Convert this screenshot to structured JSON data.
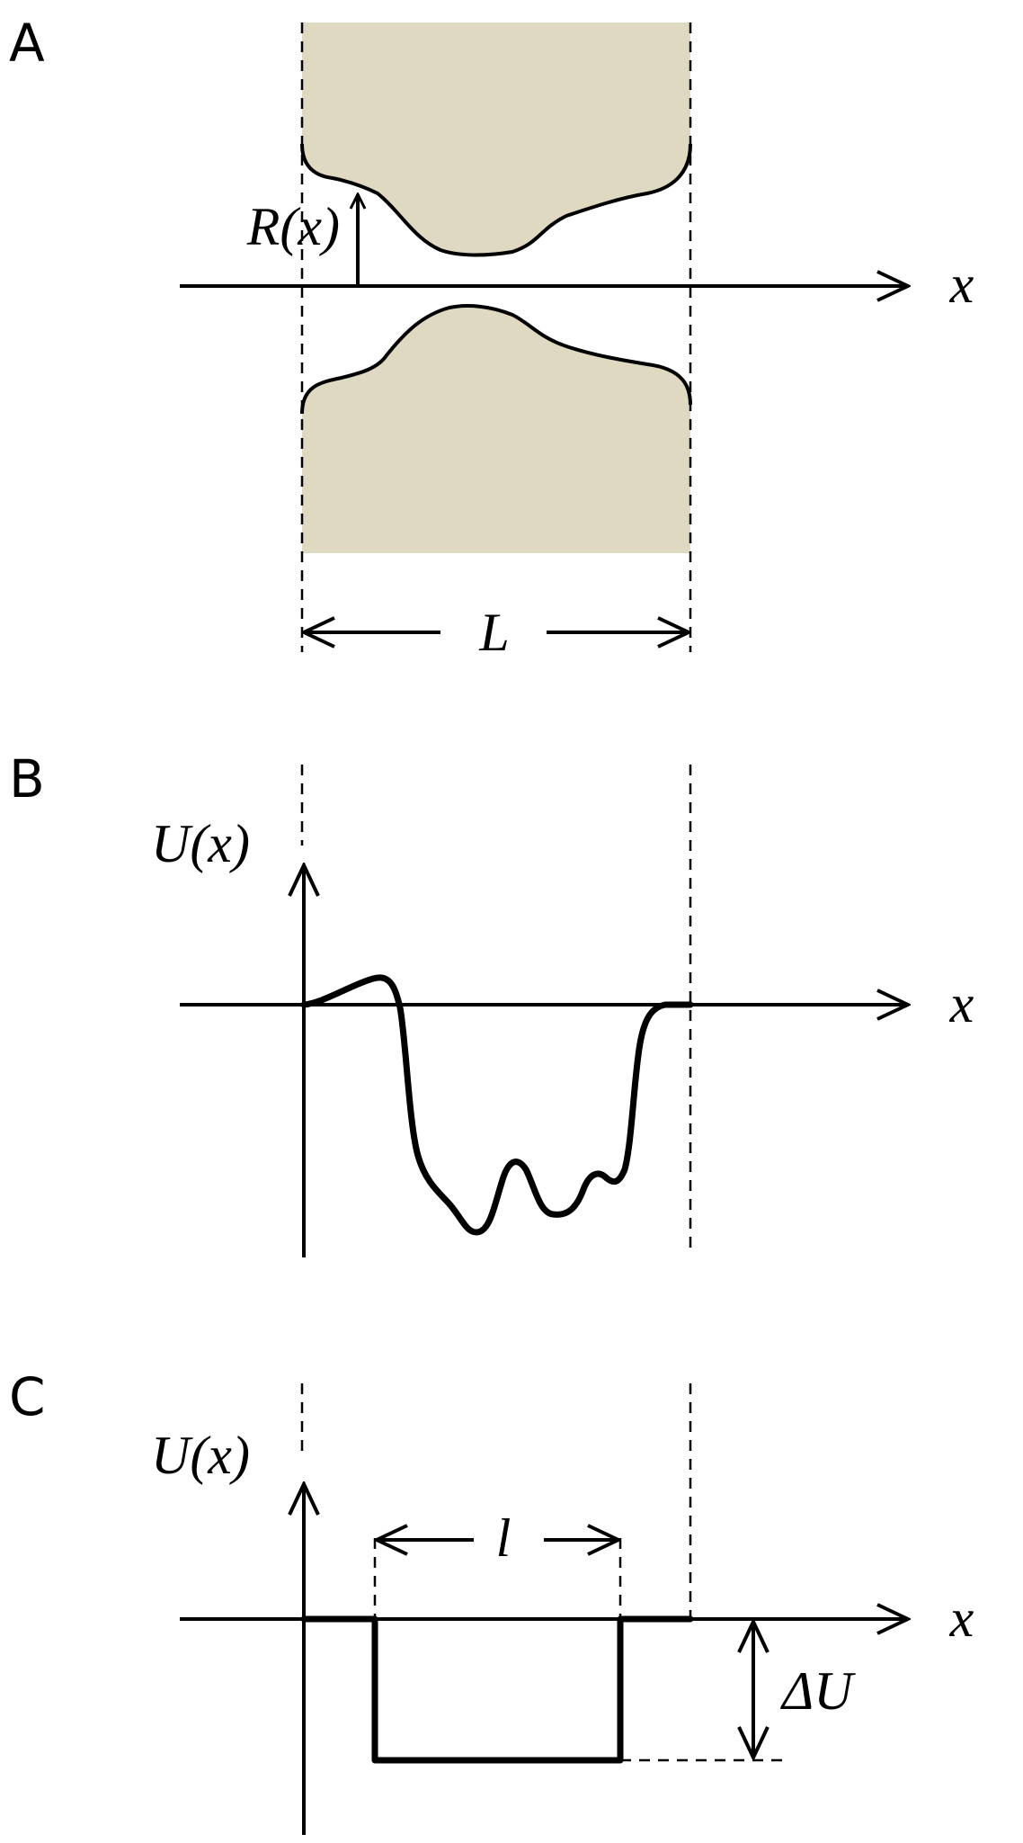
{
  "colors": {
    "wall_fill": "#e0d9c2",
    "ink": "#000000",
    "background": "#ffffff"
  },
  "panel_a": {
    "letter": "A",
    "radius_label": "R(x)",
    "x_axis_label": "x",
    "length_label": "L"
  },
  "panel_b": {
    "letter": "B",
    "y_axis_label": "U(x)",
    "x_axis_label": "x"
  },
  "panel_c": {
    "letter": "C",
    "y_axis_label": "U(x)",
    "x_axis_label": "x",
    "well_width_label": "l",
    "well_depth_label": "ΔU"
  }
}
